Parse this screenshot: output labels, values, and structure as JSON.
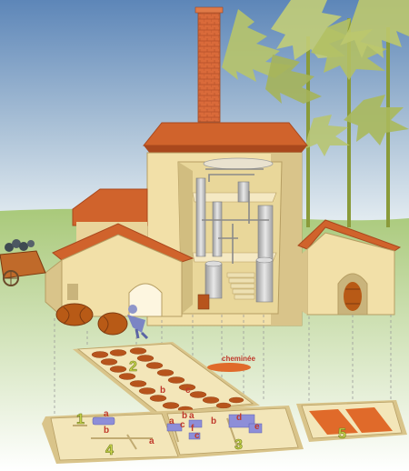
{
  "colors": {
    "sky_top": "#5d86b8",
    "sky_bottom": "#e6eef2",
    "grass": "#a9c97a",
    "grass_light": "#dbe9c6",
    "roof": "#d0632c",
    "roof_dark": "#a9481d",
    "wall": "#f2e0a8",
    "wall_shade": "#d9c48a",
    "wall_dark": "#c1ab72",
    "brick": "#d96a3a",
    "barrel": "#b85a16",
    "vat": "#b7541c",
    "floor": "#f3e6b9",
    "basin_blue": "#8d8ed8",
    "channel_orange": "#e06a2a",
    "metal": "#c9c9c9",
    "tree": "#b7c46a",
    "tree_trunk": "#8a9b3a",
    "worker": "#7b85c4",
    "label_red": "#c0392b",
    "label_number": "#c8d44a"
  },
  "icons": [
    "chimney",
    "tree",
    "cart",
    "barrel",
    "worker",
    "still-column",
    "vat",
    "basin",
    "kiln-arch"
  ],
  "labels": {
    "chimney": "cheminée",
    "number_1": "1",
    "number_2": "2",
    "number_3": "3",
    "number_4": "4",
    "number_5": "5",
    "a_1": "a",
    "a_2": "a",
    "a_3": "a",
    "a_4": "a",
    "b_1": "b",
    "b_2": "b",
    "b_3": "b",
    "b_4": "b",
    "c_1": "c",
    "c_2": "c",
    "c_3": "c",
    "d_1": "d",
    "e_1": "e",
    "f_1": "f"
  }
}
